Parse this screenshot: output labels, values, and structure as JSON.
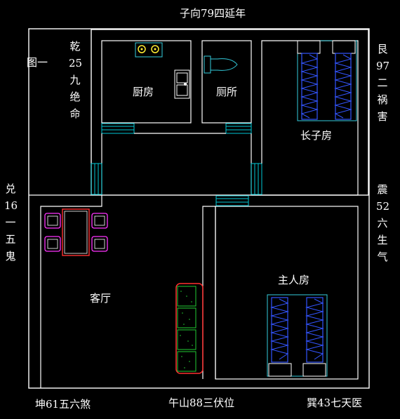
{
  "labels": {
    "top": "子向79四延年",
    "figure": "图一",
    "bottom_left": "坤61五六煞",
    "bottom_center": "午山88三伏位",
    "bottom_right": "巽43七天医"
  },
  "side_labels": {
    "qian": [
      "乾",
      "25",
      "九",
      "绝",
      "命"
    ],
    "gen": [
      "艮",
      "97",
      "二",
      "祸",
      "害"
    ],
    "dui": [
      "兑",
      "16",
      "一",
      "五",
      "鬼"
    ],
    "zhen": [
      "震",
      "52",
      "六",
      "生",
      "气"
    ]
  },
  "rooms": {
    "kitchen": "厨房",
    "toilet": "厕所",
    "eldest_son_room": "长子房",
    "master_room": "主人房",
    "living_room": "客厅"
  },
  "colors": {
    "background": "#000000",
    "wall": "#ffffff",
    "window": "#00c8d6",
    "bed": "#3355ff",
    "table": "#ff3030",
    "chairs": "#ff33ff",
    "sofa_frame": "#ff3030",
    "sofa_fill": "#22cc33",
    "stove": "#ffee33"
  }
}
